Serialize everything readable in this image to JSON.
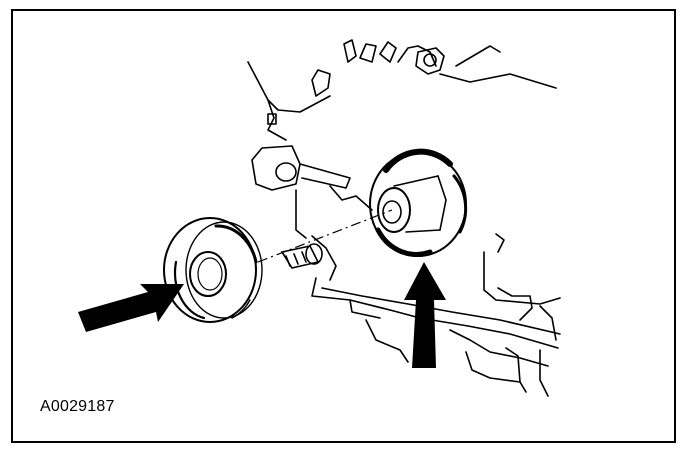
{
  "figure": {
    "reference_code": "A0029187",
    "ink_color": "#000000",
    "paper_color": "#ffffff",
    "callouts": [
      {
        "name": "callout-arrow-seal-face",
        "direction": "up-right"
      },
      {
        "name": "callout-arrow-bore",
        "direction": "up"
      }
    ]
  }
}
